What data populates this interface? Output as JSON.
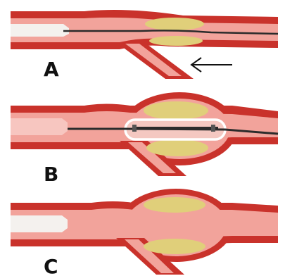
{
  "panels": [
    {
      "label": "A"
    },
    {
      "label": "B"
    },
    {
      "label": "C"
    }
  ],
  "colors": {
    "vessel_wall": "#c9322b",
    "lumen": "#f2a39b",
    "lumen_light": "#f7c6c0",
    "plaque": "#e0cf7a",
    "guidewire": "#2b2b2b",
    "balloon_outline": "#ffffff",
    "catheter_end": "#f4f1ee",
    "arrow": "#111111"
  },
  "icons": {
    "arrow": "left-arrow-icon"
  }
}
